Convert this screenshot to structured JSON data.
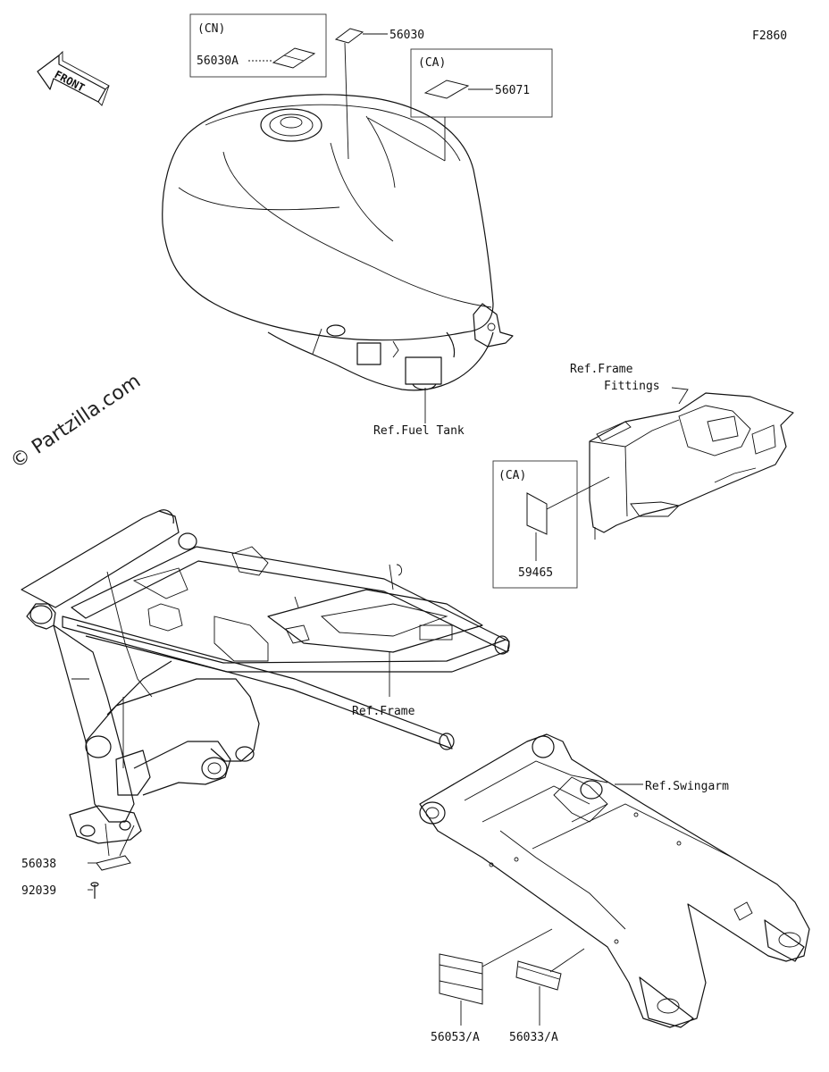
{
  "figure_code": "F2860",
  "watermark": "© Partzilla.com",
  "front_arrow": {
    "label": "FRONT"
  },
  "callouts": {
    "cn_box_label": "(CN)",
    "ca_box_top_label": "(CA)",
    "ca_box_side_label": "(CA)",
    "p56030": "56030",
    "p56030a": "56030A",
    "p56071": "56071",
    "p59465": "59465",
    "p56038": "56038",
    "p92039": "92039",
    "p56053a": "56053/A",
    "p56033a": "56033/A"
  },
  "references": {
    "fuel_tank": "Ref.Fuel Tank",
    "frame_fittings_line1": "Ref.Frame",
    "frame_fittings_line2": "Fittings",
    "frame": "Ref.Frame",
    "swingarm": "Ref.Swingarm"
  }
}
